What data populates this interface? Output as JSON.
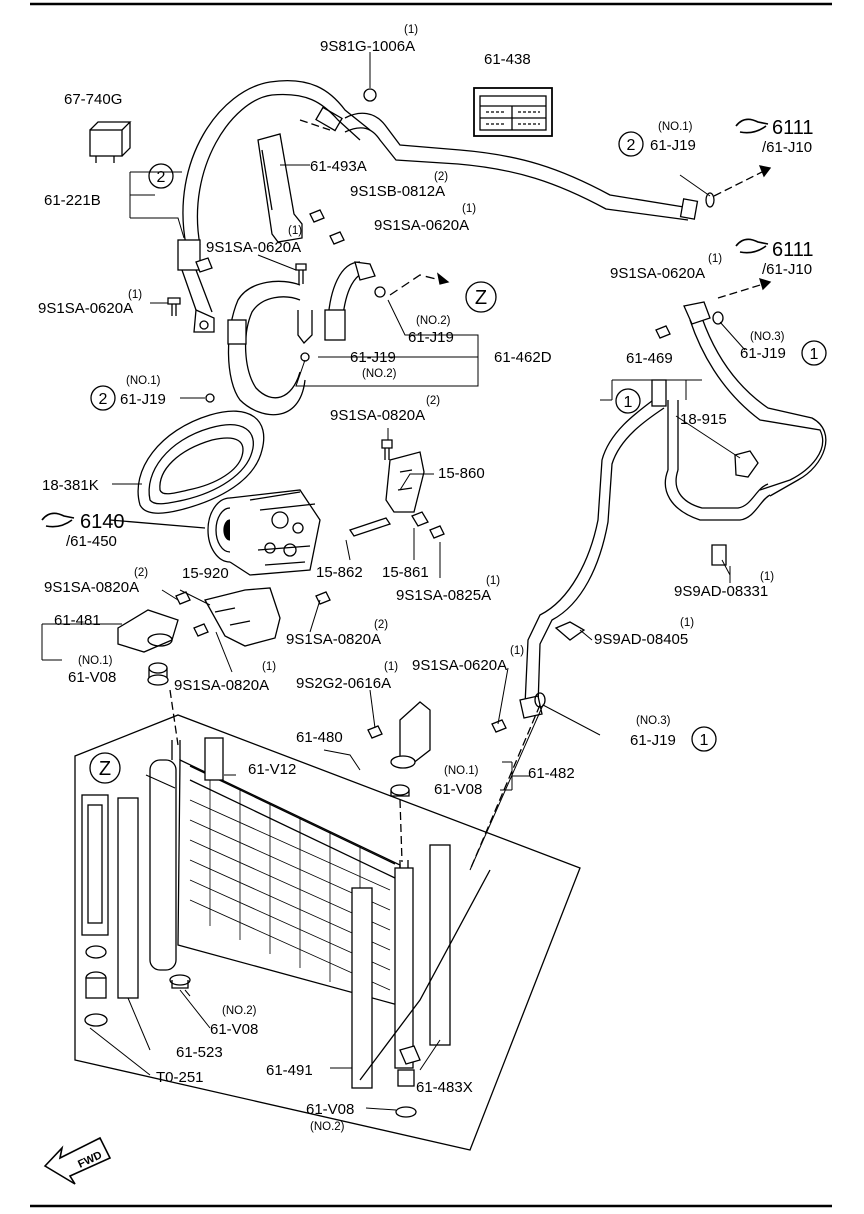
{
  "parts": {
    "p_9s81g_qty": "(1)",
    "p_9s81g": "9S81G-1006A",
    "p_61438": "61-438",
    "p_67740g": "67-740G",
    "p_61493a": "61-493A",
    "p_9s1sb_qty": "(2)",
    "p_9s1sb": "9S1SB-0812A",
    "p_9s1sa_a_qty": "(1)",
    "p_9s1sa_a": "9S1SA-0620A",
    "p_61221b": "61-221B",
    "p_9s1sa_b_qty": "(1)",
    "p_9s1sa_b": "9S1SA-0620A",
    "p_9s1sa_c_qty": "(1)",
    "p_9s1sa_c": "9S1SA-0620A",
    "p_no2_a": "(NO.2)",
    "p_61j19_a": "61-J19",
    "p_61j19_b": "61-J19",
    "p_no2_b": "(NO.2)",
    "p_61462d": "61-462D",
    "p_no1_a": "(NO.1)",
    "p_61j19_c": "61-J19",
    "p_9s1sa_d_qty": "(2)",
    "p_9s1sa_d": "9S1SA-0820A",
    "p_15860": "15-860",
    "p_18381k": "18-381K",
    "p_15862": "15-862",
    "p_15861": "15-861",
    "p_9s1sa_e_qty": "(1)",
    "p_9s1sa_e": "9S1SA-0825A",
    "p_9s1sa_f_qty": "(2)",
    "p_9s1sa_f": "9S1SA-0820A",
    "p_15920": "15-920",
    "p_9s1sa_g_qty": "(2)",
    "p_9s1sa_g": "9S1SA-0820A",
    "p_61481": "61-481",
    "p_no1_b": "(NO.1)",
    "p_61v08_a": "61-V08",
    "p_9s1sa_h_qty": "(1)",
    "p_9s1sa_h": "9S1SA-0820A",
    "p_9s2g2_qty": "(1)",
    "p_9s2g2": "9S2G2-0616A",
    "p_61480": "61-480",
    "p_61v12": "61-V12",
    "p_no1_c": "(NO.1)",
    "p_61v08_b": "61-V08",
    "p_61482": "61-482",
    "p_no1_d": "(NO.1)",
    "p_61j19_d": "61-J19",
    "p_9s1sa_i_qty": "(1)",
    "p_9s1sa_i": "9S1SA-0620A",
    "p_61469": "61-469",
    "p_no3_a": "(NO.3)",
    "p_61j19_e": "61-J19",
    "p_18915": "18-915",
    "p_9s9ad_a_qty": "(1)",
    "p_9s9ad_a": "9S9AD-08331",
    "p_9s9ad_b_qty": "(1)",
    "p_9s9ad_b": "9S9AD-08405",
    "p_9s1sa_j_qty": "(1)",
    "p_9s1sa_j": "9S1SA-0620A",
    "p_no3_b": "(NO.3)",
    "p_61j19_f": "61-J19",
    "p_no2_c": "(NO.2)",
    "p_61v08_c": "61-V08",
    "p_61523": "61-523",
    "p_t0251": "T0-251",
    "p_61491": "61-491",
    "p_61483x": "61-483X",
    "p_61v08_d": "61-V08",
    "p_no2_d": "(NO.2)"
  },
  "refs": {
    "r_6111_a": "6111",
    "r_61j10_a": "/61-J10",
    "r_6111_b": "6111",
    "r_61j10_b": "/61-J10",
    "r_6140": "6140",
    "r_61450": "/61-450"
  },
  "callouts": {
    "c1": "1",
    "c2": "2",
    "zone": "Z",
    "fwd": "FWD"
  }
}
